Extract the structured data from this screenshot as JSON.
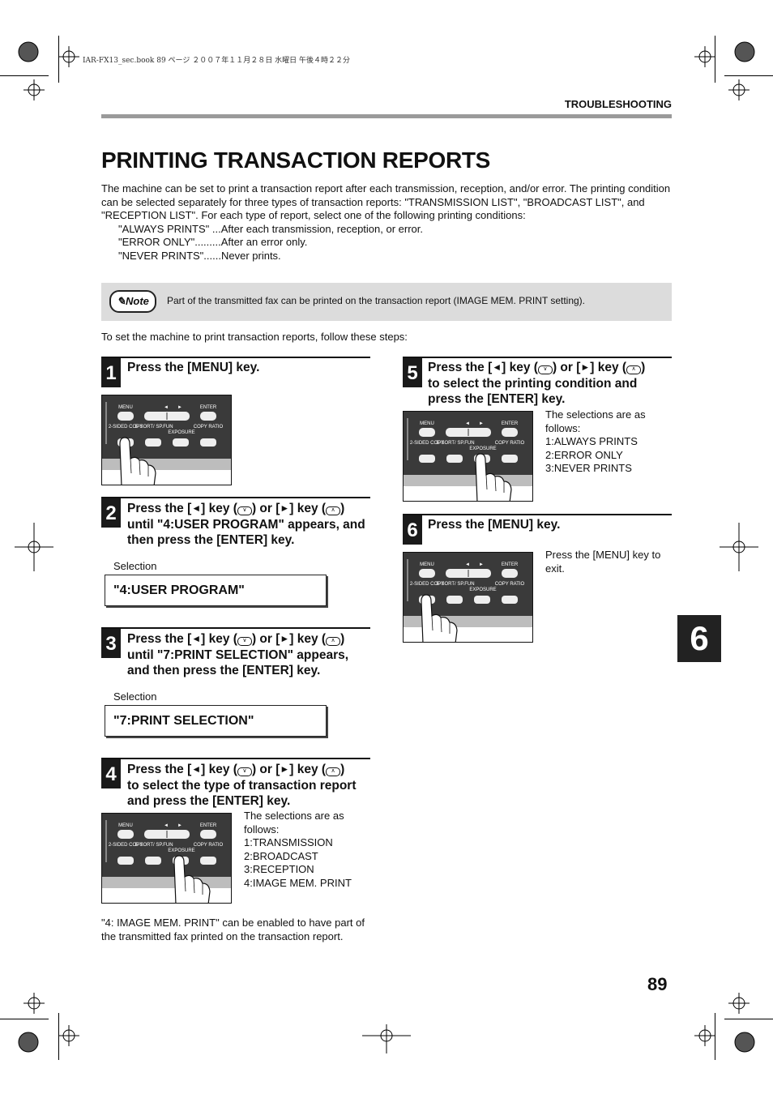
{
  "print_meta": "IAR-FX13_sec.book  89 ページ  ２００７年１１月２８日  水曜日  午後４時２２分",
  "section_header": "TROUBLESHOOTING",
  "title": "PRINTING TRANSACTION REPORTS",
  "intro": "The machine can be set to print a transaction report after each transmission, reception, and/or error. The printing condition can be selected separately for three types of transaction reports: \"TRANSMISSION LIST\", \"BROADCAST LIST\", and \"RECEPTION LIST\". For each type of report, select one of the following printing conditions:",
  "conditions": [
    "\"ALWAYS PRINTS\" ...After each transmission, reception, or error.",
    "\"ERROR ONLY\".........After an error only.",
    "\"NEVER PRINTS\"......Never prints."
  ],
  "note": {
    "badge": "Note",
    "text": "Part of the transmitted fax can be printed on the transaction report (IMAGE MEM. PRINT setting)."
  },
  "lead": "To set the machine to print transaction reports, follow these steps:",
  "panel_labels": {
    "menu": "MENU",
    "enter": "ENTER",
    "two_sided": "2-SIDED COPY",
    "esort": "E-SORT/ SP.FUN",
    "exposure": "EXPOSURE",
    "copy_ratio": "COPY RATIO",
    "left_arrow": "◄",
    "right_arrow": "►",
    "down": "∨",
    "up": "∧"
  },
  "steps": [
    {
      "num": "1",
      "text": "Press the [MENU] key."
    },
    {
      "num": "2",
      "line1a": "Press the [",
      "line1b": "] key (",
      "line1c": ") or [",
      "line1d": "] key (",
      "line1e": ")",
      "rest": "until \"4:USER PROGRAM\" appears, and then press the [ENTER] key.",
      "selection_label": "Selection",
      "selection_value": "\"4:USER PROGRAM\""
    },
    {
      "num": "3",
      "line1a": "Press the [",
      "line1b": "] key (",
      "line1c": ") or [",
      "line1d": "] key (",
      "line1e": ")",
      "rest": "until \"7:PRINT SELECTION\" appears, and then press the [ENTER] key.",
      "selection_label": "Selection",
      "selection_value": "\"7:PRINT SELECTION\""
    },
    {
      "num": "4",
      "line1a": "Press the [",
      "line1b": "] key (",
      "line1c": ") or [",
      "line1d": "] key (",
      "line1e": ")",
      "rest": "to select the type of transaction report and press the [ENTER] key.",
      "detail": [
        "The selections are as",
        "follows:",
        "1:TRANSMISSION",
        "2:BROADCAST",
        "3:RECEPTION",
        "4:IMAGE MEM. PRINT"
      ],
      "footnote": "\"4: IMAGE MEM. PRINT\" can be enabled to have part of the transmitted fax printed on the transaction report."
    },
    {
      "num": "5",
      "line1a": "Press the [",
      "line1b": "] key (",
      "line1c": ") or [",
      "line1d": "] key (",
      "line1e": ")",
      "rest": "to select the printing condition and press the [ENTER] key.",
      "detail": [
        "The selections are as",
        "follows:",
        "1:ALWAYS PRINTS",
        "2:ERROR ONLY",
        "3:NEVER PRINTS"
      ]
    },
    {
      "num": "6",
      "text": "Press the [MENU] key.",
      "detail": [
        "Press the [MENU] key to",
        "exit."
      ]
    }
  ],
  "chapter_tab": "6",
  "page_number": "89"
}
